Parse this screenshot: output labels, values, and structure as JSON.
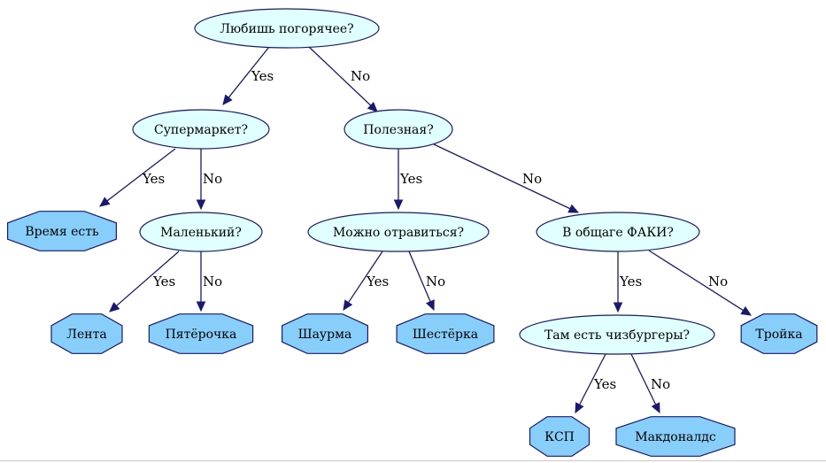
{
  "diagram": {
    "colors": {
      "question_fill": "#e0ffff",
      "answer_fill": "#87cefa",
      "stroke": "#191970"
    },
    "nodes": {
      "root": {
        "label": "Любишь погорячее?",
        "kind": "question"
      },
      "supermarket": {
        "label": "Супермаркет?",
        "kind": "question"
      },
      "useful": {
        "label": "Полезная?",
        "kind": "question"
      },
      "time": {
        "label": "Время есть",
        "kind": "answer"
      },
      "small": {
        "label": "Маленький?",
        "kind": "question"
      },
      "poison": {
        "label": "Можно отравиться?",
        "kind": "question"
      },
      "faki": {
        "label": "В общаге ФАКИ?",
        "kind": "question"
      },
      "lenta": {
        "label": "Лента",
        "kind": "answer"
      },
      "pyaterochka": {
        "label": "Пятёрочка",
        "kind": "answer"
      },
      "shaurma": {
        "label": "Шаурма",
        "kind": "answer"
      },
      "shesterka": {
        "label": "Шестёрка",
        "kind": "answer"
      },
      "cheeseburgers": {
        "label": "Там есть чизбургеры?",
        "kind": "question"
      },
      "troyka": {
        "label": "Тройка",
        "kind": "answer"
      },
      "ksp": {
        "label": "КСП",
        "kind": "answer"
      },
      "mcdonalds": {
        "label": "Макдоналдс",
        "kind": "answer"
      }
    },
    "edges": [
      {
        "from": "root",
        "to": "supermarket",
        "label": "Yes"
      },
      {
        "from": "root",
        "to": "useful",
        "label": "No"
      },
      {
        "from": "supermarket",
        "to": "time",
        "label": "Yes"
      },
      {
        "from": "supermarket",
        "to": "small",
        "label": "No"
      },
      {
        "from": "useful",
        "to": "poison",
        "label": "Yes"
      },
      {
        "from": "useful",
        "to": "faki",
        "label": "No"
      },
      {
        "from": "small",
        "to": "lenta",
        "label": "Yes"
      },
      {
        "from": "small",
        "to": "pyaterochka",
        "label": "No"
      },
      {
        "from": "poison",
        "to": "shaurma",
        "label": "Yes"
      },
      {
        "from": "poison",
        "to": "shesterka",
        "label": "No"
      },
      {
        "from": "faki",
        "to": "cheeseburgers",
        "label": "Yes"
      },
      {
        "from": "faki",
        "to": "troyka",
        "label": "No"
      },
      {
        "from": "cheeseburgers",
        "to": "ksp",
        "label": "Yes"
      },
      {
        "from": "cheeseburgers",
        "to": "mcdonalds",
        "label": "No"
      }
    ]
  }
}
